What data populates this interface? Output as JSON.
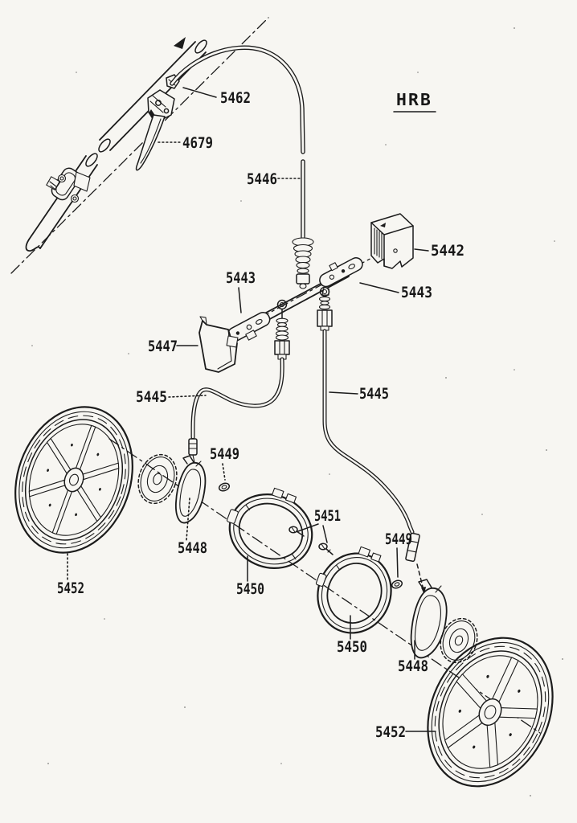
{
  "page": {
    "model_code": "HRB",
    "colors": {
      "paper": "#f7f6f2",
      "ink": "#1c1c1c"
    }
  },
  "callouts": [
    {
      "part": "5462",
      "text": "5462"
    },
    {
      "part": "4679",
      "text": "4679"
    },
    {
      "part": "5446",
      "text": "5446"
    },
    {
      "part": "5442",
      "text": "5442"
    },
    {
      "part": "5443-left",
      "text": "5443"
    },
    {
      "part": "5443-right",
      "text": "5443"
    },
    {
      "part": "5447",
      "text": "5447"
    },
    {
      "part": "5445-left",
      "text": "5445"
    },
    {
      "part": "5445-right",
      "text": "5445"
    },
    {
      "part": "5449-left",
      "text": "5449"
    },
    {
      "part": "5448-left",
      "text": "5448"
    },
    {
      "part": "5450-left",
      "text": "5450"
    },
    {
      "part": "5451",
      "text": "5451"
    },
    {
      "part": "5449-right",
      "text": "5449"
    },
    {
      "part": "5450-right",
      "text": "5450"
    },
    {
      "part": "5448-right",
      "text": "5448"
    },
    {
      "part": "5452-left",
      "text": "5452"
    },
    {
      "part": "5452-right",
      "text": "5452"
    }
  ]
}
